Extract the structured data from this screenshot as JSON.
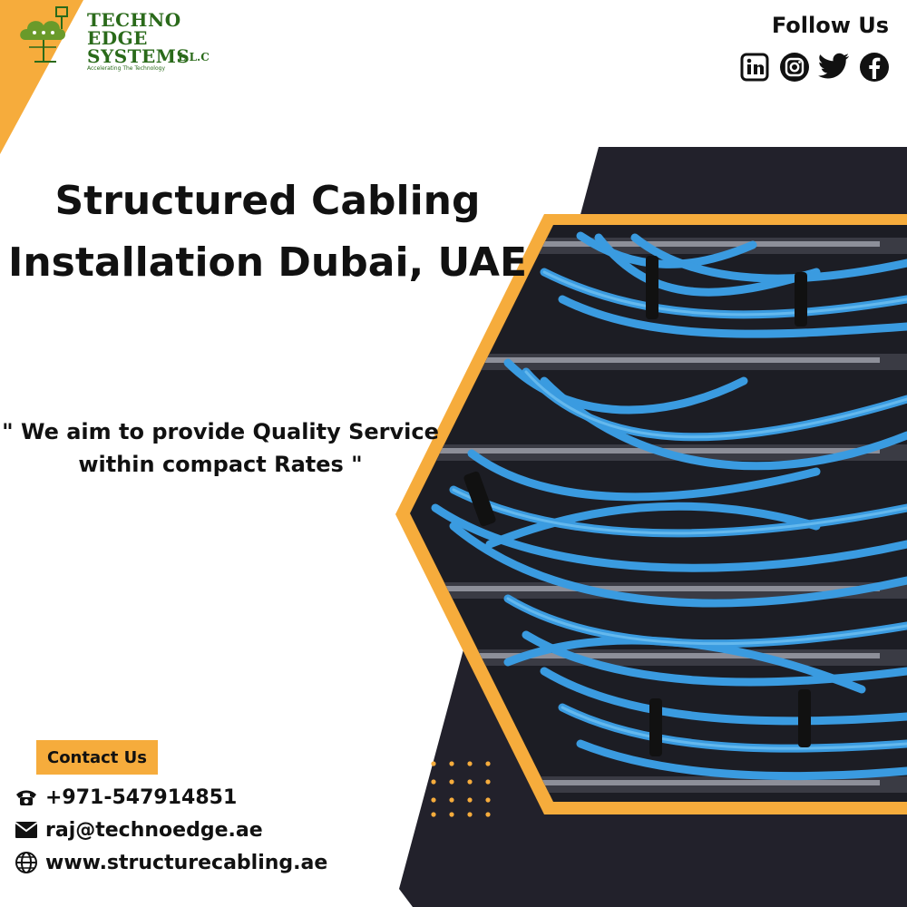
{
  "logo": {
    "line1": "TECHNO",
    "line2": "EDGE",
    "line3": "SYSTEMS",
    "suffix": "L.L.C",
    "tagline": "Accelerating The Technology",
    "icon": "cloud-network-icon"
  },
  "follow": {
    "title": "Follow Us",
    "icons": [
      "linkedin-icon",
      "instagram-icon",
      "twitter-icon",
      "facebook-icon"
    ]
  },
  "headline": {
    "line1": "Structured Cabling",
    "line2": "Installation Dubai, UAE"
  },
  "quote": {
    "line1": "\" We aim to provide Quality Service",
    "line2": "within compact Rates \""
  },
  "contact": {
    "button_label": "Contact Us",
    "phone": "+971-547914851",
    "email": "raj@technoedge.ae",
    "website": "www.structurecabling.ae",
    "icons": [
      "phone-icon",
      "mail-icon",
      "globe-icon"
    ]
  },
  "colors": {
    "accent": "#f6ac3c",
    "dark": "#22212b",
    "cable": "#3a9be0",
    "logo_green": "#2a6a1a"
  }
}
